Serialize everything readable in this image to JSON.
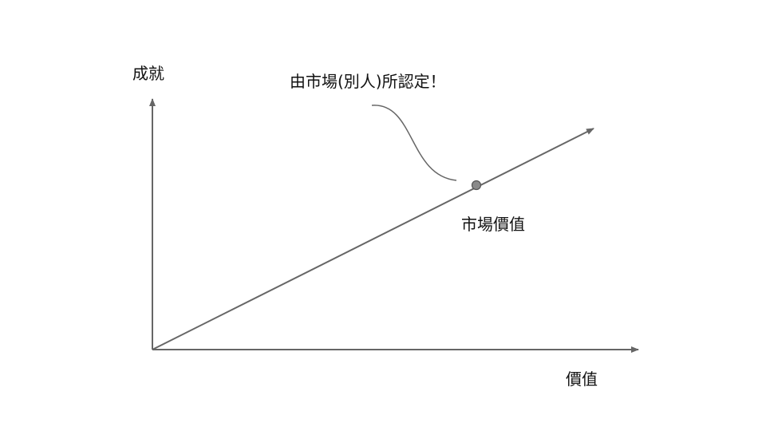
{
  "labels": {
    "y_axis": "成就",
    "x_axis": "價值",
    "annotation": "由市場(別人)所認定！",
    "point": "市場價值"
  },
  "colors": {
    "line": "#666666",
    "marker_fill": "#8a8a8a",
    "marker_stroke": "#555555",
    "text": "#111111",
    "background": "#ffffff"
  }
}
